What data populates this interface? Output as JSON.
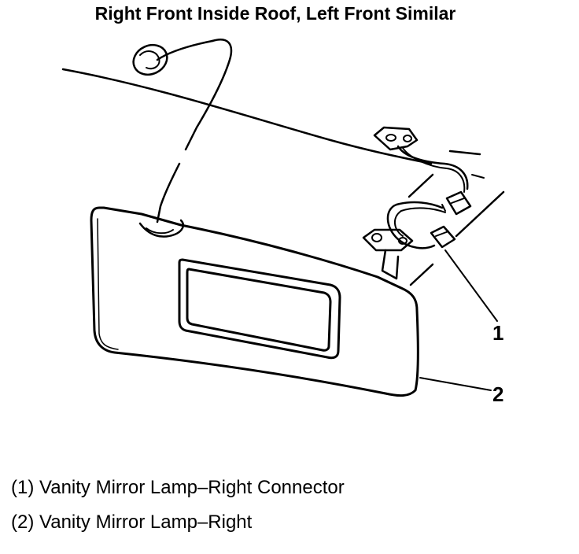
{
  "title": "Right Front Inside Roof, Left Front Similar",
  "callouts": {
    "c1": "1",
    "c2": "2"
  },
  "legend": {
    "items": [
      {
        "label": "(1) Vanity Mirror Lamp–Right Connector"
      },
      {
        "label": "(2) Vanity Mirror Lamp–Right"
      }
    ]
  }
}
